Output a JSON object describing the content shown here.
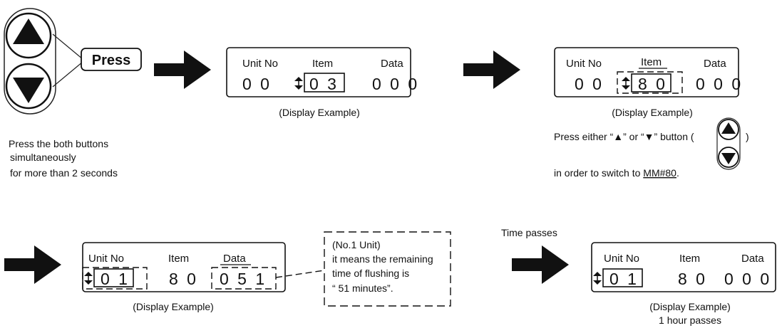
{
  "step1": {
    "press_label": "Press",
    "instruction_lines": [
      "Press the both buttons",
      "simultaneously",
      "for more than 2 seconds"
    ]
  },
  "display1": {
    "unit_label": "Unit No",
    "item_label": "Item",
    "data_label": "Data",
    "unit_value": "0 0",
    "item_value": "0 3",
    "data_value": "0 0 0",
    "caption": "(Display Example)"
  },
  "display2": {
    "unit_label": "Unit No",
    "item_label": "Item",
    "data_label": "Data",
    "unit_value": "0 0",
    "item_value": "8 0",
    "data_value": "0 0 0",
    "caption": "(Display Example)",
    "instruction_pre": "Press either “▲” or “▼” button (",
    "instruction_post": ")",
    "switch_pre": "in order to switch to ",
    "switch_link": "MM#80",
    "switch_post": "."
  },
  "display3": {
    "unit_label": "Unit No",
    "item_label": "Item",
    "data_label": "Data",
    "unit_value": "0 1",
    "item_value": "8 0",
    "data_value": "0 5 1",
    "caption": "(Display Example)"
  },
  "note": {
    "lines": [
      "(No.1 Unit)",
      "it means the remaining",
      "time of flushing is",
      "“ 51 minutes”."
    ]
  },
  "time_label": "Time passes",
  "display4": {
    "unit_label": "Unit No",
    "item_label": "Item",
    "data_label": "Data",
    "unit_value": "0 1",
    "item_value": "8 0",
    "data_value": "0 0 0",
    "caption": "(Display Example)",
    "caption2": "1 hour passes"
  },
  "icons": [
    "up-triangle-button",
    "down-triangle-button",
    "flow-arrow",
    "up-down-selector"
  ]
}
